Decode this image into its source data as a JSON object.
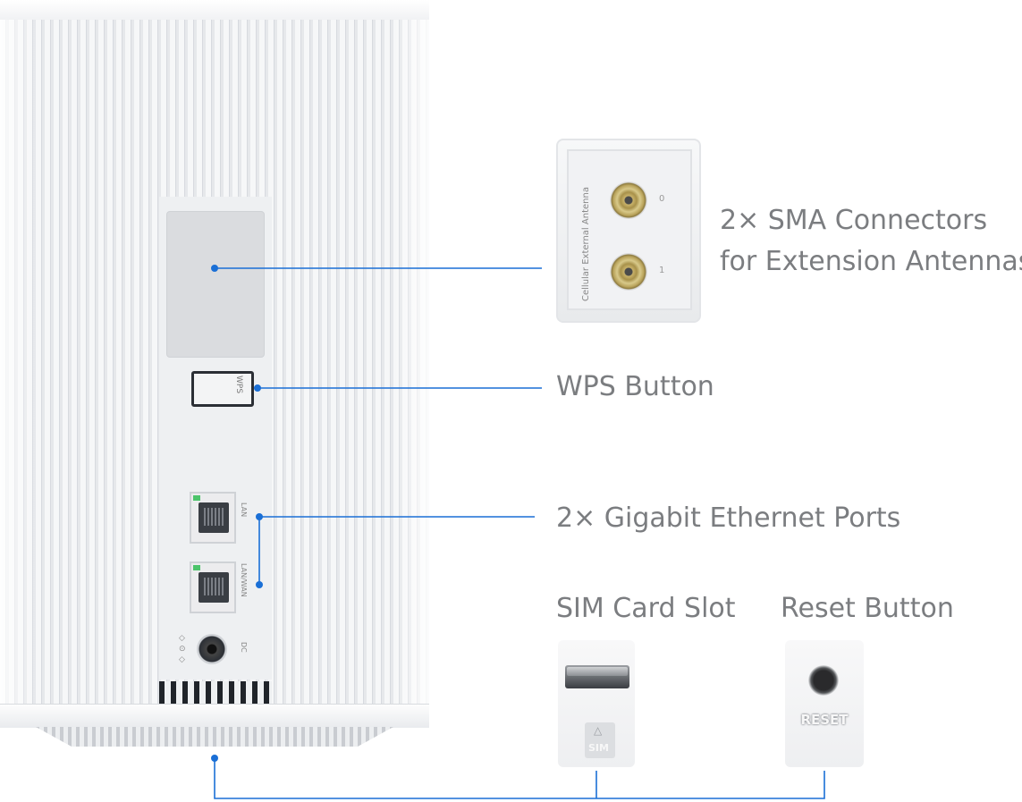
{
  "labels": {
    "sma_line1": "2× SMA Connectors",
    "sma_line2": "for Extension Antennas",
    "wps": "WPS Button",
    "ethernet": "2× Gigabit Ethernet Ports",
    "sim": "SIM Card Slot",
    "reset": "Reset Button"
  },
  "device_markings": {
    "wps": "WPS",
    "lan": "LAN",
    "lan_wan": "LAN/WAN",
    "dc": "DC",
    "antenna_panel": "Cellular External Antenna",
    "antenna_0": "0",
    "antenna_1": "1",
    "sim": "SIM",
    "reset": "RESET"
  },
  "colors": {
    "callout_line": "#1a6fd6",
    "label_text": "#7b7d80",
    "port_led": "#4cc46b"
  }
}
